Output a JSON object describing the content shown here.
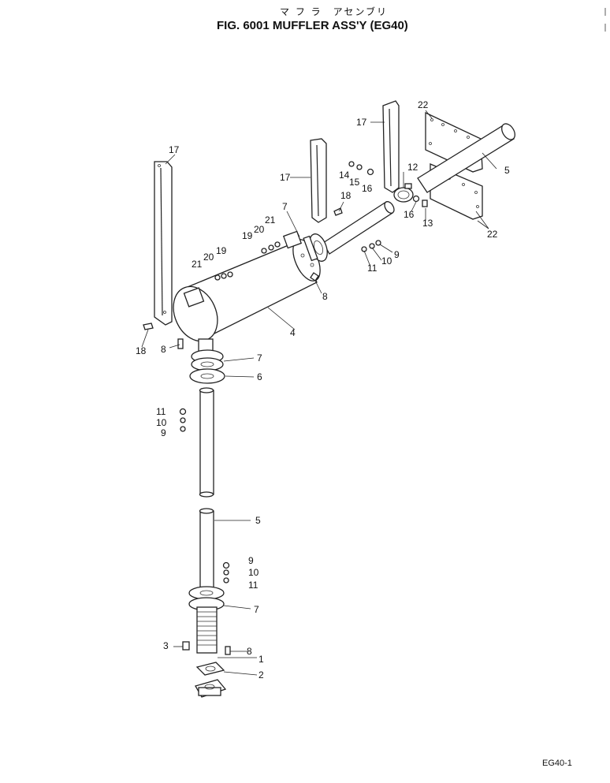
{
  "header": {
    "title_jp": "マ フ ラ　アセンブリ",
    "title": "FIG. 6001  MUFFLER ASS'Y (EG40)"
  },
  "footer": {
    "page_code": "EG40-1"
  },
  "callouts": {
    "c17a": "17",
    "c17b": "17",
    "c17c": "17",
    "c22a": "22",
    "c22b": "22",
    "c5a": "5",
    "c5b": "5",
    "c12": "12",
    "c13": "13",
    "c14": "14",
    "c15": "15",
    "c16a": "16",
    "c16b": "16",
    "c18a": "18",
    "c18b": "18",
    "c7a": "7",
    "c7b": "7",
    "c7c": "7",
    "c21a": "21",
    "c21b": "21",
    "c20a": "20",
    "c20b": "20",
    "c19a": "19",
    "c19b": "19",
    "c9a": "9",
    "c9b": "9",
    "c9c": "9",
    "c10a": "10",
    "c10b": "10",
    "c10c": "10",
    "c11a": "11",
    "c11b": "11",
    "c11c": "11",
    "c8a": "8",
    "c8b": "8",
    "c8c": "8",
    "c4": "4",
    "c6": "6",
    "c3": "3",
    "c1": "1",
    "c2": "2"
  }
}
